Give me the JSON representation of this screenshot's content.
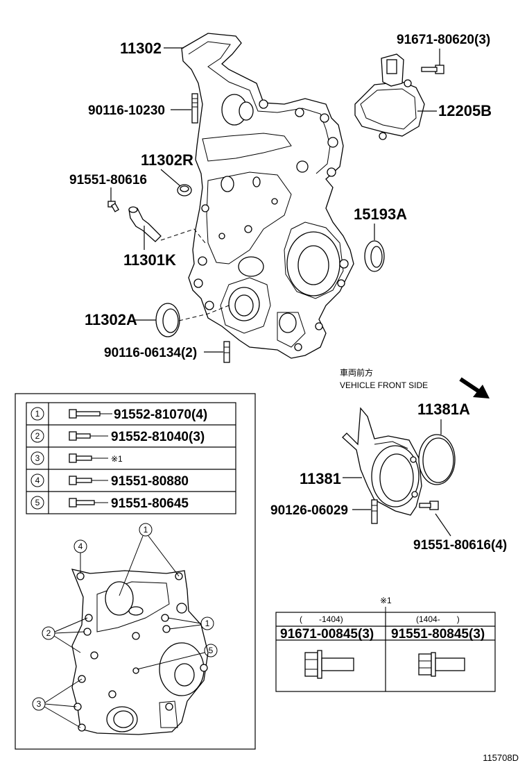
{
  "labels": {
    "p11302": "11302",
    "p90116_10230": "90116-10230",
    "p11302R": "11302R",
    "p91551_80616": "91551-80616",
    "p11301K": "11301K",
    "p11302A": "11302A",
    "p90116_06134": "90116-06134(2)",
    "p91671_80620": "91671-80620(3)",
    "p12205B": "12205B",
    "p15193A": "15193A",
    "p11381A": "11381A",
    "p11381": "11381",
    "p90126_06029": "90126-06029",
    "p91551_80616_4": "91551-80616(4)"
  },
  "direction": {
    "jp": "車両前方",
    "en": "VEHICLE FRONT SIDE"
  },
  "bolt_table": [
    {
      "num": "1",
      "part": "91552-81070(4)"
    },
    {
      "num": "2",
      "part": "91552-81040(3)"
    },
    {
      "num": "3",
      "part": "※1"
    },
    {
      "num": "4",
      "part": "91551-80880"
    },
    {
      "num": "5",
      "part": "91551-80645"
    }
  ],
  "note_table": {
    "mark": "※1",
    "columns": [
      {
        "range": "(　　-1404)",
        "part": "91671-00845(3)"
      },
      {
        "range": "(1404-　　)",
        "part": "91551-80845(3)"
      }
    ]
  },
  "callouts": [
    "1",
    "2",
    "3",
    "4",
    "5"
  ],
  "drawing_id": "115708D"
}
